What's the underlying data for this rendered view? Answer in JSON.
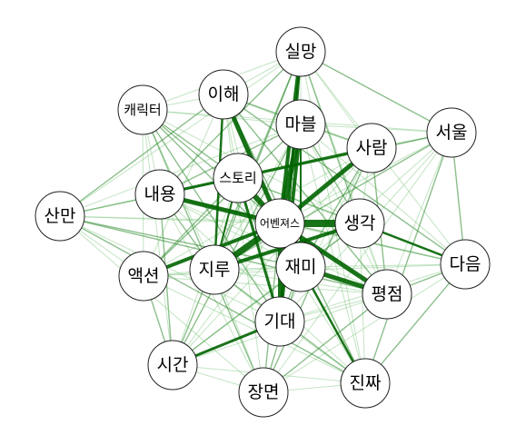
{
  "nodes": [
    {
      "id": "silmang",
      "label": "실망"
    },
    {
      "id": "ihae",
      "label": "이해"
    },
    {
      "id": "kaerikteo",
      "label": "캐릭터"
    },
    {
      "id": "mabeul",
      "label": "마블"
    },
    {
      "id": "seoul",
      "label": "서울"
    },
    {
      "id": "saram",
      "label": "사람"
    },
    {
      "id": "seutori",
      "label": "스토리"
    },
    {
      "id": "naeyong",
      "label": "내용"
    },
    {
      "id": "sanman",
      "label": "산만"
    },
    {
      "id": "avengers",
      "label": "어벤져스"
    },
    {
      "id": "saenggak",
      "label": "생각"
    },
    {
      "id": "daeum",
      "label": "다음"
    },
    {
      "id": "jaemi",
      "label": "재미"
    },
    {
      "id": "aeksyeon",
      "label": "액션"
    },
    {
      "id": "jiru",
      "label": "지루"
    },
    {
      "id": "pyeongjeom",
      "label": "평점"
    },
    {
      "id": "gidae",
      "label": "기대"
    },
    {
      "id": "sigan",
      "label": "시간"
    },
    {
      "id": "jinjja",
      "label": "진짜"
    },
    {
      "id": "jangmyeon",
      "label": "장면"
    }
  ],
  "edge_color": "#006400"
}
